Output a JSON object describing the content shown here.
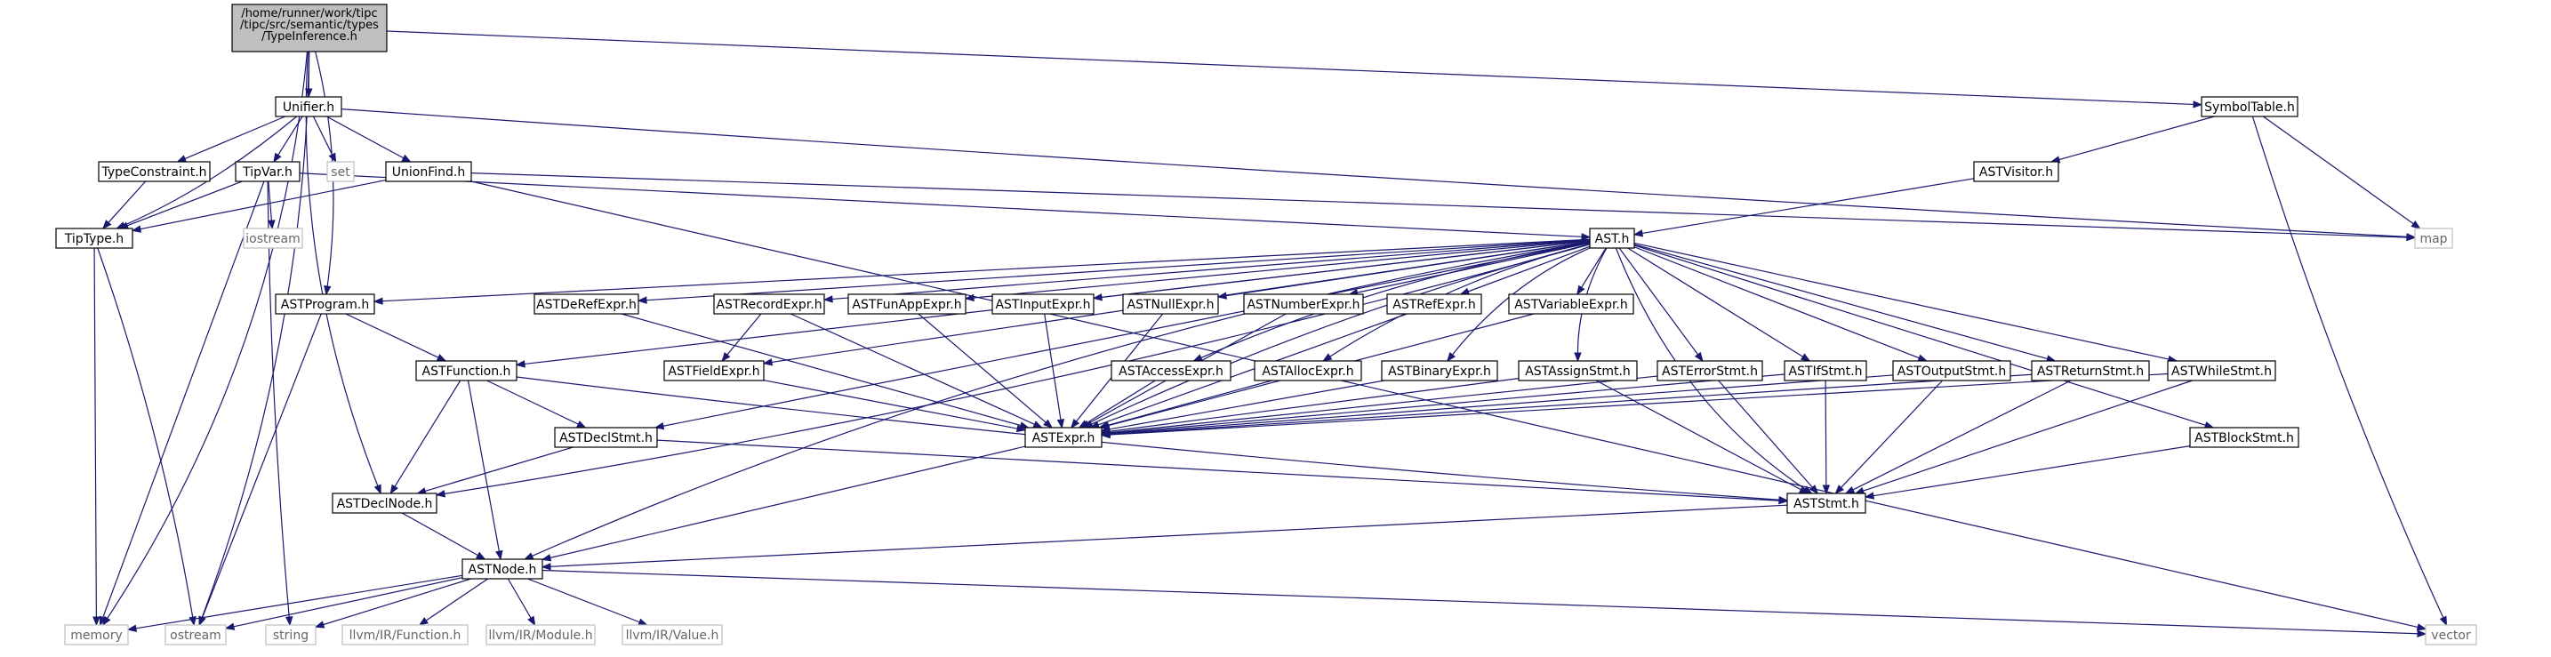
{
  "root_title": [
    "/home/runner/work/tipc",
    "/tipc/src/semantic/types",
    "/TypeInference.h"
  ],
  "nodes": {
    "typeinference": "/home/runner/work/tipc/tipc/src/semantic/types/TypeInference.h",
    "unifier": "Unifier.h",
    "symboltable": "SymbolTable.h",
    "typeconstraint": "TypeConstraint.h",
    "tipvar": "TipVar.h",
    "set": "set",
    "unionfind": "UnionFind.h",
    "astvisitor": "ASTVisitor.h",
    "tiptype": "TipType.h",
    "iostream": "iostream",
    "map": "map",
    "ast": "AST.h",
    "astprogram": "ASTProgram.h",
    "astderefexpr": "ASTDeRefExpr.h",
    "astrecordexpr": "ASTRecordExpr.h",
    "astfunappexpr": "ASTFunAppExpr.h",
    "astinputexpr": "ASTInputExpr.h",
    "astnullexpr": "ASTNullExpr.h",
    "astnumberexpr": "ASTNumberExpr.h",
    "astrefexpr": "ASTRefExpr.h",
    "astvariableexpr": "ASTVariableExpr.h",
    "astfunction": "ASTFunction.h",
    "astfieldexpr": "ASTFieldExpr.h",
    "astaccessexpr": "ASTAccessExpr.h",
    "astallocexpr": "ASTAllocExpr.h",
    "astbinaryexpr": "ASTBinaryExpr.h",
    "astassignstmt": "ASTAssignStmt.h",
    "asterrorstmt": "ASTErrorStmt.h",
    "astifstmt": "ASTIfStmt.h",
    "astoutputstmt": "ASTOutputStmt.h",
    "astreturnstmt": "ASTReturnStmt.h",
    "astwhilestmt": "ASTWhileStmt.h",
    "astdeclstmt": "ASTDeclStmt.h",
    "astexpr": "ASTExpr.h",
    "astblockstmt": "ASTBlockStmt.h",
    "astdeclnode": "ASTDeclNode.h",
    "aststmt": "ASTStmt.h",
    "astnode": "ASTNode.h",
    "memory": "memory",
    "ostream": "ostream",
    "string": "string",
    "llvm_function": "llvm/IR/Function.h",
    "llvm_module": "llvm/IR/Module.h",
    "llvm_value": "llvm/IR/Value.h",
    "vector": "vector"
  },
  "colors": {
    "edge": "#191970",
    "node_border": "#000000",
    "root_fill": "#bfbfbf",
    "system_border": "#bfbfbf",
    "system_text": "#666666"
  }
}
